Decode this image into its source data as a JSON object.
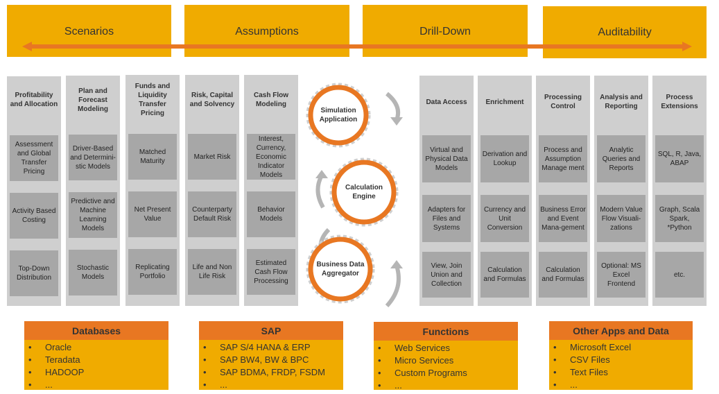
{
  "header": {
    "items": [
      "Scenarios",
      "Assumptions",
      "Drill-Down",
      "Auditability"
    ]
  },
  "left_columns": [
    {
      "title": "Profitability and Allocation",
      "cells": [
        "Assessment and Global Transfer Pricing",
        "Activity Based Costing",
        "Top-Down Distribution"
      ]
    },
    {
      "title": "Plan and Forecast Modeling",
      "cells": [
        "Driver-Based and Determini-stic Models",
        "Predictive and Machine Learning Models",
        "Stochastic Models"
      ]
    },
    {
      "title": "Funds and Liquidity Transfer Pricing",
      "cells": [
        "Matched Maturity",
        "Net Present Value",
        "Replicating Portfolio"
      ]
    },
    {
      "title": "Risk, Capital and Solvency",
      "cells": [
        "Market Risk",
        "Counterparty Default Risk",
        "Life and Non Life Risk"
      ]
    },
    {
      "title": "Cash Flow Modeling",
      "cells": [
        "Interest, Currency, Economic Indicator Models",
        "Behavior Models",
        "Estimated Cash Flow Processing"
      ]
    }
  ],
  "gears": [
    "Simulation Application",
    "Calculation Engine",
    "Business Data Aggregator"
  ],
  "right_columns": [
    {
      "title": "Data Access",
      "cells": [
        "Virtual and Physical Data Models",
        "Adapters for Files and Systems",
        "View, Join Union and Collection"
      ]
    },
    {
      "title": "Enrichment",
      "cells": [
        "Derivation and Lookup",
        "Currency and Unit Conversion",
        "Calculation and Formulas"
      ]
    },
    {
      "title": "Processing Control",
      "cells": [
        "Process and Assumption Manage ment",
        "Business Error and Event Mana-gement",
        "Calculation and Formulas"
      ]
    },
    {
      "title": "Analysis and Reporting",
      "cells": [
        "Analytic Queries and Reports",
        "Modern Value Flow Visuali-zations",
        "Optional: MS Excel Frontend"
      ]
    },
    {
      "title": "Process Extensions",
      "cells": [
        "SQL, R, Java, ABAP",
        "Graph, Scala Spark, *Python",
        "etc."
      ]
    }
  ],
  "bottom": [
    {
      "title": "Databases",
      "items": [
        "Oracle",
        "Teradata",
        "HADOOP",
        "..."
      ]
    },
    {
      "title": "SAP",
      "items": [
        "SAP S/4 HANA & ERP",
        "SAP BW4, BW & BPC",
        "SAP BDMA, FRDP, FSDM",
        "..."
      ]
    },
    {
      "title": "Functions",
      "items": [
        "Web Services",
        "Micro Services",
        "Custom Programs",
        "..."
      ]
    },
    {
      "title": "Other Apps and Data",
      "items": [
        "Microsoft Excel",
        "CSV Files",
        "Text Files",
        "..."
      ]
    }
  ],
  "colors": {
    "gold": "#f0ab00",
    "orange": "#e87722",
    "column_bg": "#cfcfcf",
    "cell_bg": "#a7a7a7"
  }
}
